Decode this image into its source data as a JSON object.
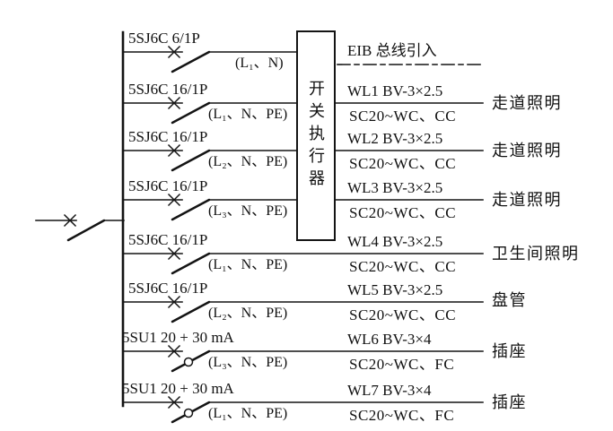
{
  "diagram": {
    "actuator_box_label": "开关执行器"
  },
  "branches": [
    {
      "breaker": "5SJ6C 6/1P",
      "phases": "(L₁、N)"
    },
    {
      "breaker": "5SJ6C 16/1P",
      "phases": "(L₁、N、PE)"
    },
    {
      "breaker": "5SJ6C 16/1P",
      "phases": "(L₂、N、PE)"
    },
    {
      "breaker": "5SJ6C 16/1P",
      "phases": "(L₃、N、PE)"
    },
    {
      "breaker": "5SJ6C 16/1P",
      "phases": "(L₁、N、PE)"
    },
    {
      "breaker": "5SJ6C 16/1P",
      "phases": "(L₂、N、PE)"
    },
    {
      "breaker": "5SU1 20 + 30 mA",
      "phases": "(L₃、N、PE)"
    },
    {
      "breaker": "5SU1 20 + 30 mA",
      "phases": "(L₁、N、PE)"
    }
  ],
  "circuits": [
    {
      "label": "EIB 总线引入"
    },
    {
      "label": "WL1 BV-3×2.5",
      "spec": "SC20~WC、CC",
      "load": "走道照明"
    },
    {
      "label": "WL2 BV-3×2.5",
      "spec": "SC20~WC、CC",
      "load": "走道照明"
    },
    {
      "label": "WL3 BV-3×2.5",
      "spec": "SC20~WC、CC",
      "load": "走道照明"
    },
    {
      "label": "WL4 BV-3×2.5",
      "spec": "SC20~WC、CC",
      "load": "卫生间照明"
    },
    {
      "label": "WL5 BV-3×2.5",
      "spec": "SC20~WC、CC",
      "load": "盘管"
    },
    {
      "label": "WL6 BV-3×4",
      "spec": "SC20~WC、FC",
      "load": "插座"
    },
    {
      "label": "WL7 BV-3×4",
      "spec": "SC20~WC、FC",
      "load": "插座"
    }
  ],
  "colors": {
    "line": "#141414",
    "background": "#ffffff",
    "text": "#111111"
  }
}
